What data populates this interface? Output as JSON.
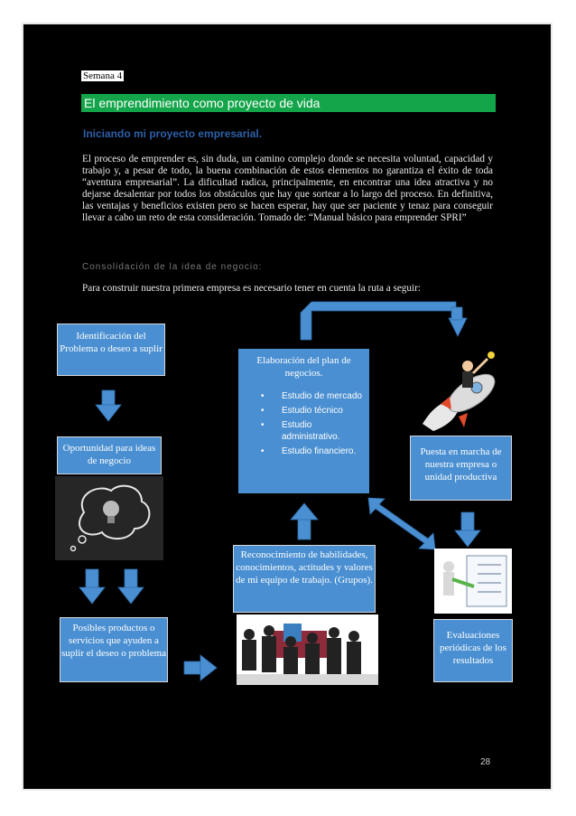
{
  "header": {
    "week": "Semana 4",
    "banner": "El emprendimiento como proyecto de vida",
    "subtitle": "Iniciando mi proyecto empresarial."
  },
  "body": {
    "paragraph": "El proceso de emprender es, sin duda, un camino complejo donde se necesita voluntad, capacidad y trabajo y, a pesar de todo, la buena combinación de estos elementos no garantiza el éxito de toda “aventura empresarial”. La dificultad radica, principalmente, en encontrar una idea atractiva y no dejarse desalentar por todos los obstáculos que hay que sortear a lo largo del proceso. En definitiva, las ventajas y beneficios existen pero se hacen esperar, hay que ser paciente y tenaz para conseguir llevar a cabo un reto de esta consideración. Tomado de: “Manual básico para emprender SPRI”",
    "consolidation_heading": "Consolidación de la idea de negocio:",
    "intro": "Para construir nuestra primera empresa es necesario tener en cuenta la ruta a seguir:"
  },
  "diagram": {
    "identification": "Identificación del Problema o deseo a suplir",
    "opportunity": "Oportunidad para ideas de negocio",
    "products": "Posibles productos o servicios que ayuden a suplir el deseo o problema",
    "plan_title": "Elaboración del plan de negocios.",
    "plan_items": [
      "Estudio de mercado",
      "Estudio técnico",
      "Estudio administrativo.",
      "Estudio financiero."
    ],
    "recognition": "Reconocimiento de habilidades, conocimientos, actitudes y valores de mi equipo de trabajo. (Grupos).",
    "launch": "Puesta en marcha de nuestra empresa o unidad productiva",
    "evaluations": "Evaluaciones periódicas de los resultados",
    "bullet": "•"
  },
  "footer": {
    "page_number": "28"
  },
  "colors": {
    "arrow": "#4a8fd1",
    "box": "#4a8fd1",
    "banner": "#14a54a",
    "subtitle": "#2e5fa8"
  }
}
